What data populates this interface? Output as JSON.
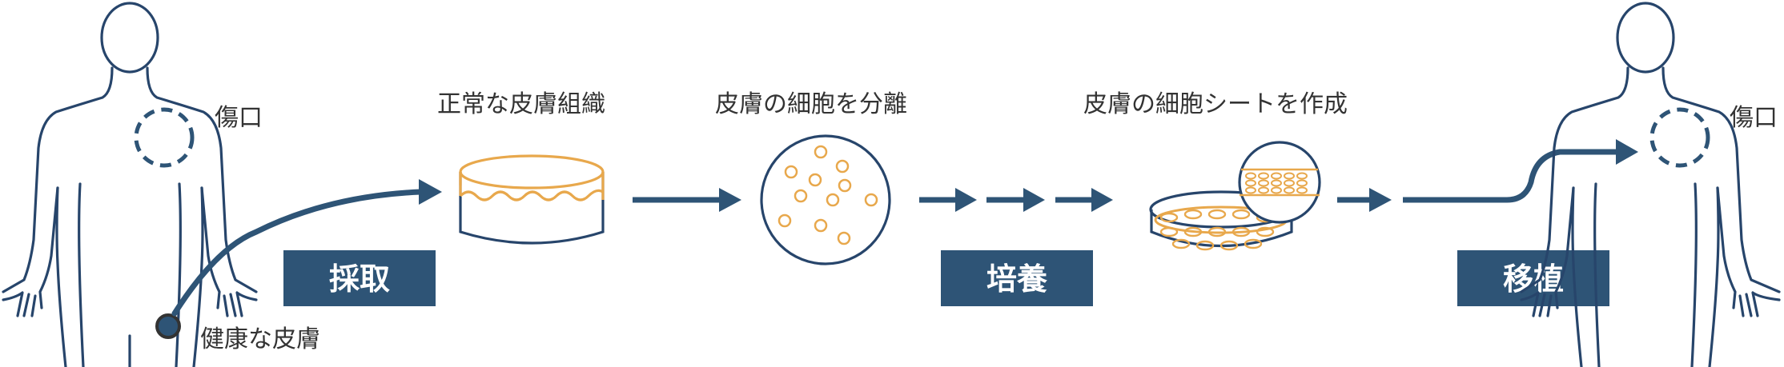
{
  "labels": {
    "wound_left": "傷口",
    "wound_right": "傷口",
    "healthy_skin": "健康な皮膚",
    "normal_tissue": "正常な皮膚組織",
    "cell_separation": "皮膚の細胞を分離",
    "cell_sheet": "皮膚の細胞シートを作成"
  },
  "steps": {
    "harvest": "採取",
    "culture": "培養",
    "transplant": "移植"
  },
  "colors": {
    "navy": "#2e5476",
    "outline": "#27456b",
    "orange": "#e8a84c",
    "text": "#333333",
    "box_text": "#ffffff"
  }
}
